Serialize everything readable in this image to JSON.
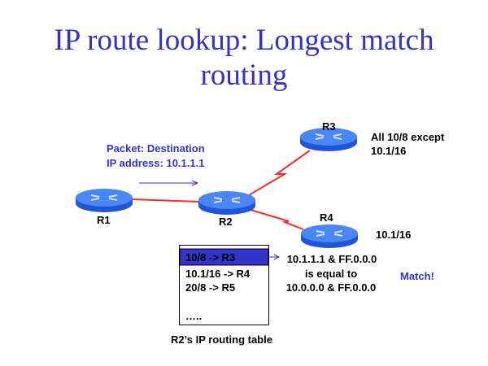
{
  "title": {
    "line1": "IP route lookup: Longest match",
    "line2": "routing"
  },
  "packet": {
    "line1": "Packet: Destination",
    "line2": "IP address: 10.1.1.1"
  },
  "routers": {
    "r1": "R1",
    "r2": "R2",
    "r3": "R3",
    "r4": "R4"
  },
  "r3_note": {
    "line1": "All 10/8 except",
    "line2": "10.1/16"
  },
  "r4_note": "10.1/16",
  "routing_table": {
    "caption": "R2’s IP routing table",
    "rows": [
      "10/8 -> R3",
      "10.1/16 -> R4",
      "20/8 -> R5",
      "….."
    ]
  },
  "comparison": {
    "line1": "10.1.1.1 & FF.0.0.0",
    "line2": "is equal to",
    "line3": "10.0.0.0 & FF.0.0.0"
  },
  "match": "Match!",
  "colors": {
    "accent": "#3333cc",
    "link": "#ff2a2a",
    "router": "#3a78f0"
  }
}
